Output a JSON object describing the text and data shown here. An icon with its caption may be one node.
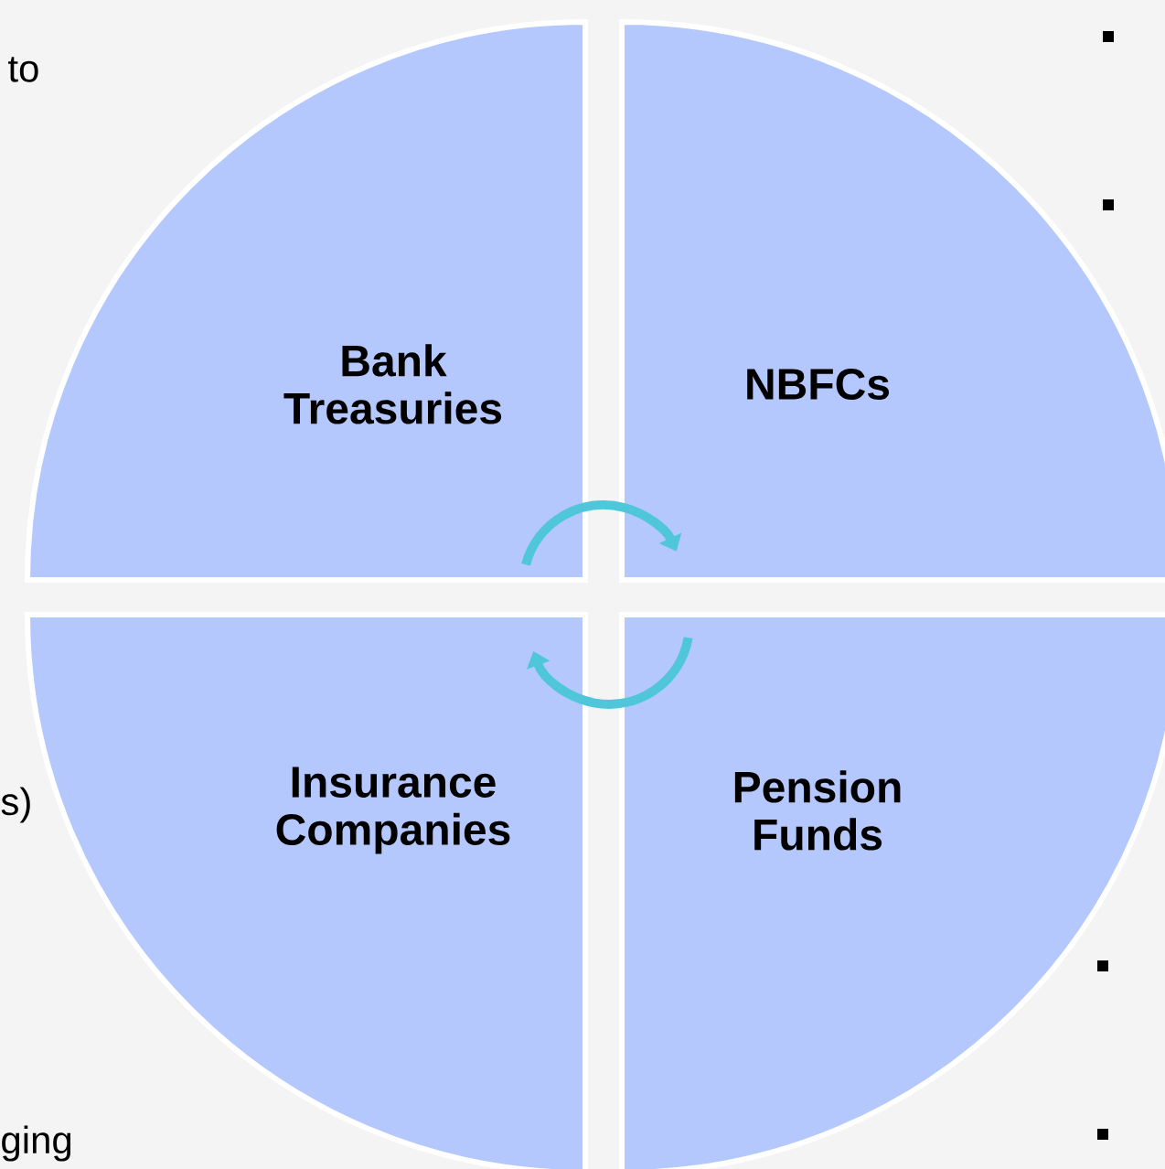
{
  "diagram": {
    "nodes": [
      {
        "text": [
          "Bank Treasuries"
        ]
      },
      {
        "text": [
          "NBFCs"
        ]
      },
      {
        "text": [
          "Insurance Companies"
        ]
      },
      {
        "text": [
          "Pension Funds"
        ]
      }
    ],
    "edges": [
      {
        "from": 0,
        "to": 1,
        "arrow": "to"
      },
      {
        "from": 3,
        "to": 2,
        "arrow": "to"
      }
    ],
    "labels": [
      "to",
      "s)",
      "ging"
    ]
  }
}
